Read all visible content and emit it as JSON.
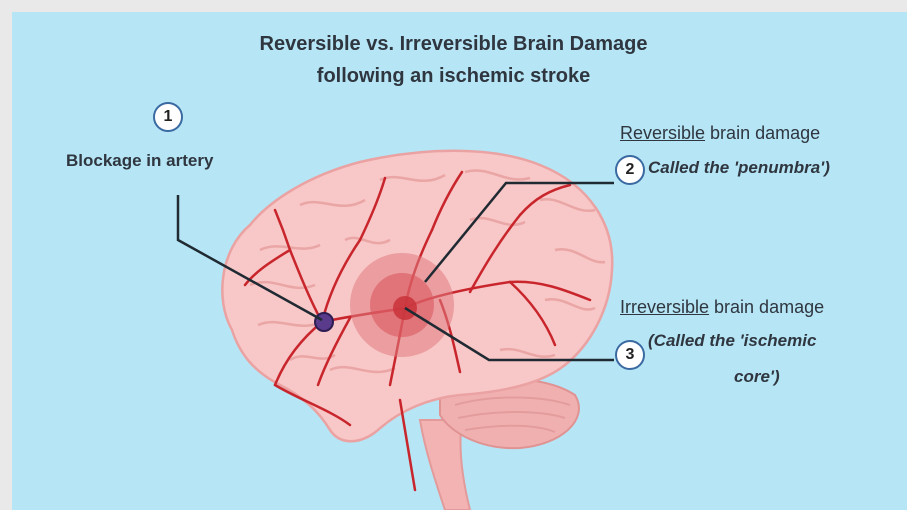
{
  "title": {
    "line1": "Reversible vs. Irreversible Brain Damage",
    "line2": "following an ischemic stroke"
  },
  "markers": [
    "1",
    "2",
    "3"
  ],
  "labels": {
    "blockage": "Blockage in artery",
    "reversible": {
      "underlined": "Reversible",
      "rest": " brain damage",
      "sub": "Called the 'penumbra')"
    },
    "irreversible": {
      "underlined": "Irreversible",
      "rest": " brain damage",
      "sub_line1": "(Called the 'ischemic",
      "sub_line2": "core')"
    }
  },
  "colors": {
    "background": "#b6e6f5",
    "brain": "#f7c0c0",
    "vessel": "#c8262c",
    "penumbra": "#e07a80",
    "core": "#c9323a",
    "blockage": "#5a3a8a",
    "marker_border": "#3a6aa1"
  }
}
